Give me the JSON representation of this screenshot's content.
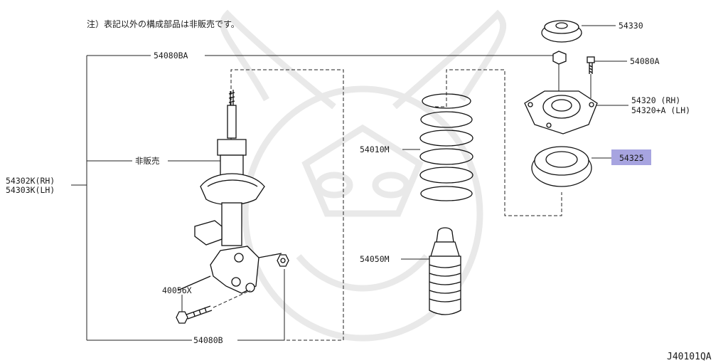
{
  "note": "注）表記以外の構成部品は非販売です。",
  "diagram_id": "J40101QA",
  "labels": {
    "p54330": "54330",
    "p54080A": "54080A",
    "p54320": "54320 (RH)",
    "p54320lh": "54320+A (LH)",
    "p54325": "54325",
    "p54010M": "54010M",
    "p54050M": "54050M",
    "p54080BA": "54080BA",
    "hihanbai": "非販売",
    "p54302K": "54302K(RH)",
    "p54303K": "54303K(LH)",
    "p40056X": "40056X",
    "p54080B": "54080B"
  },
  "highlight_color": "#a7a4e0"
}
